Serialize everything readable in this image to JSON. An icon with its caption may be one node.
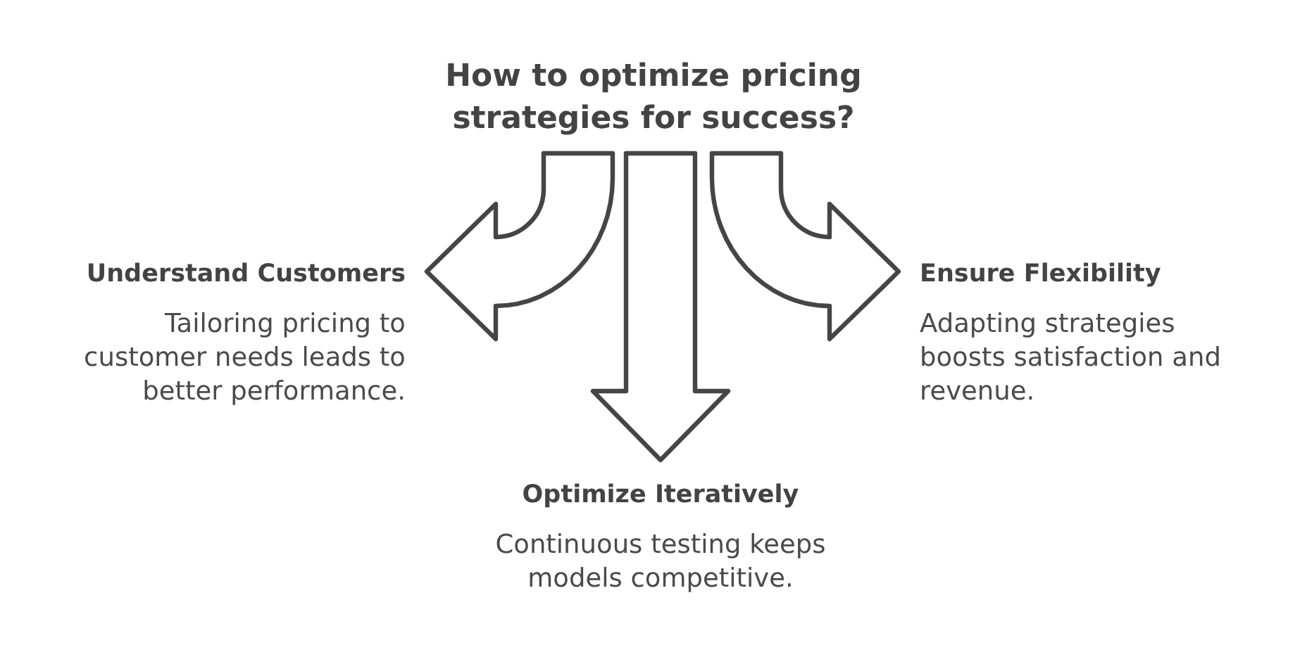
{
  "diagram": {
    "nodes": [
      {
        "text": [
          "How to optimize pricing strategies for success?"
        ]
      },
      {
        "text": [
          "Understand Customers",
          "Tailoring pricing to customer needs leads to better performance."
        ]
      },
      {
        "text": [
          "Ensure Flexibility",
          "Adapting strategies boosts satisfaction and revenue."
        ]
      },
      {
        "text": [
          "Optimize Iteratively",
          "Continuous testing keeps models competitive."
        ]
      }
    ],
    "edges": [
      {
        "from": 0,
        "to": 1,
        "arrow": "to"
      },
      {
        "from": 0,
        "to": 3,
        "arrow": "to"
      },
      {
        "from": 0,
        "to": 2,
        "arrow": "to"
      }
    ]
  }
}
